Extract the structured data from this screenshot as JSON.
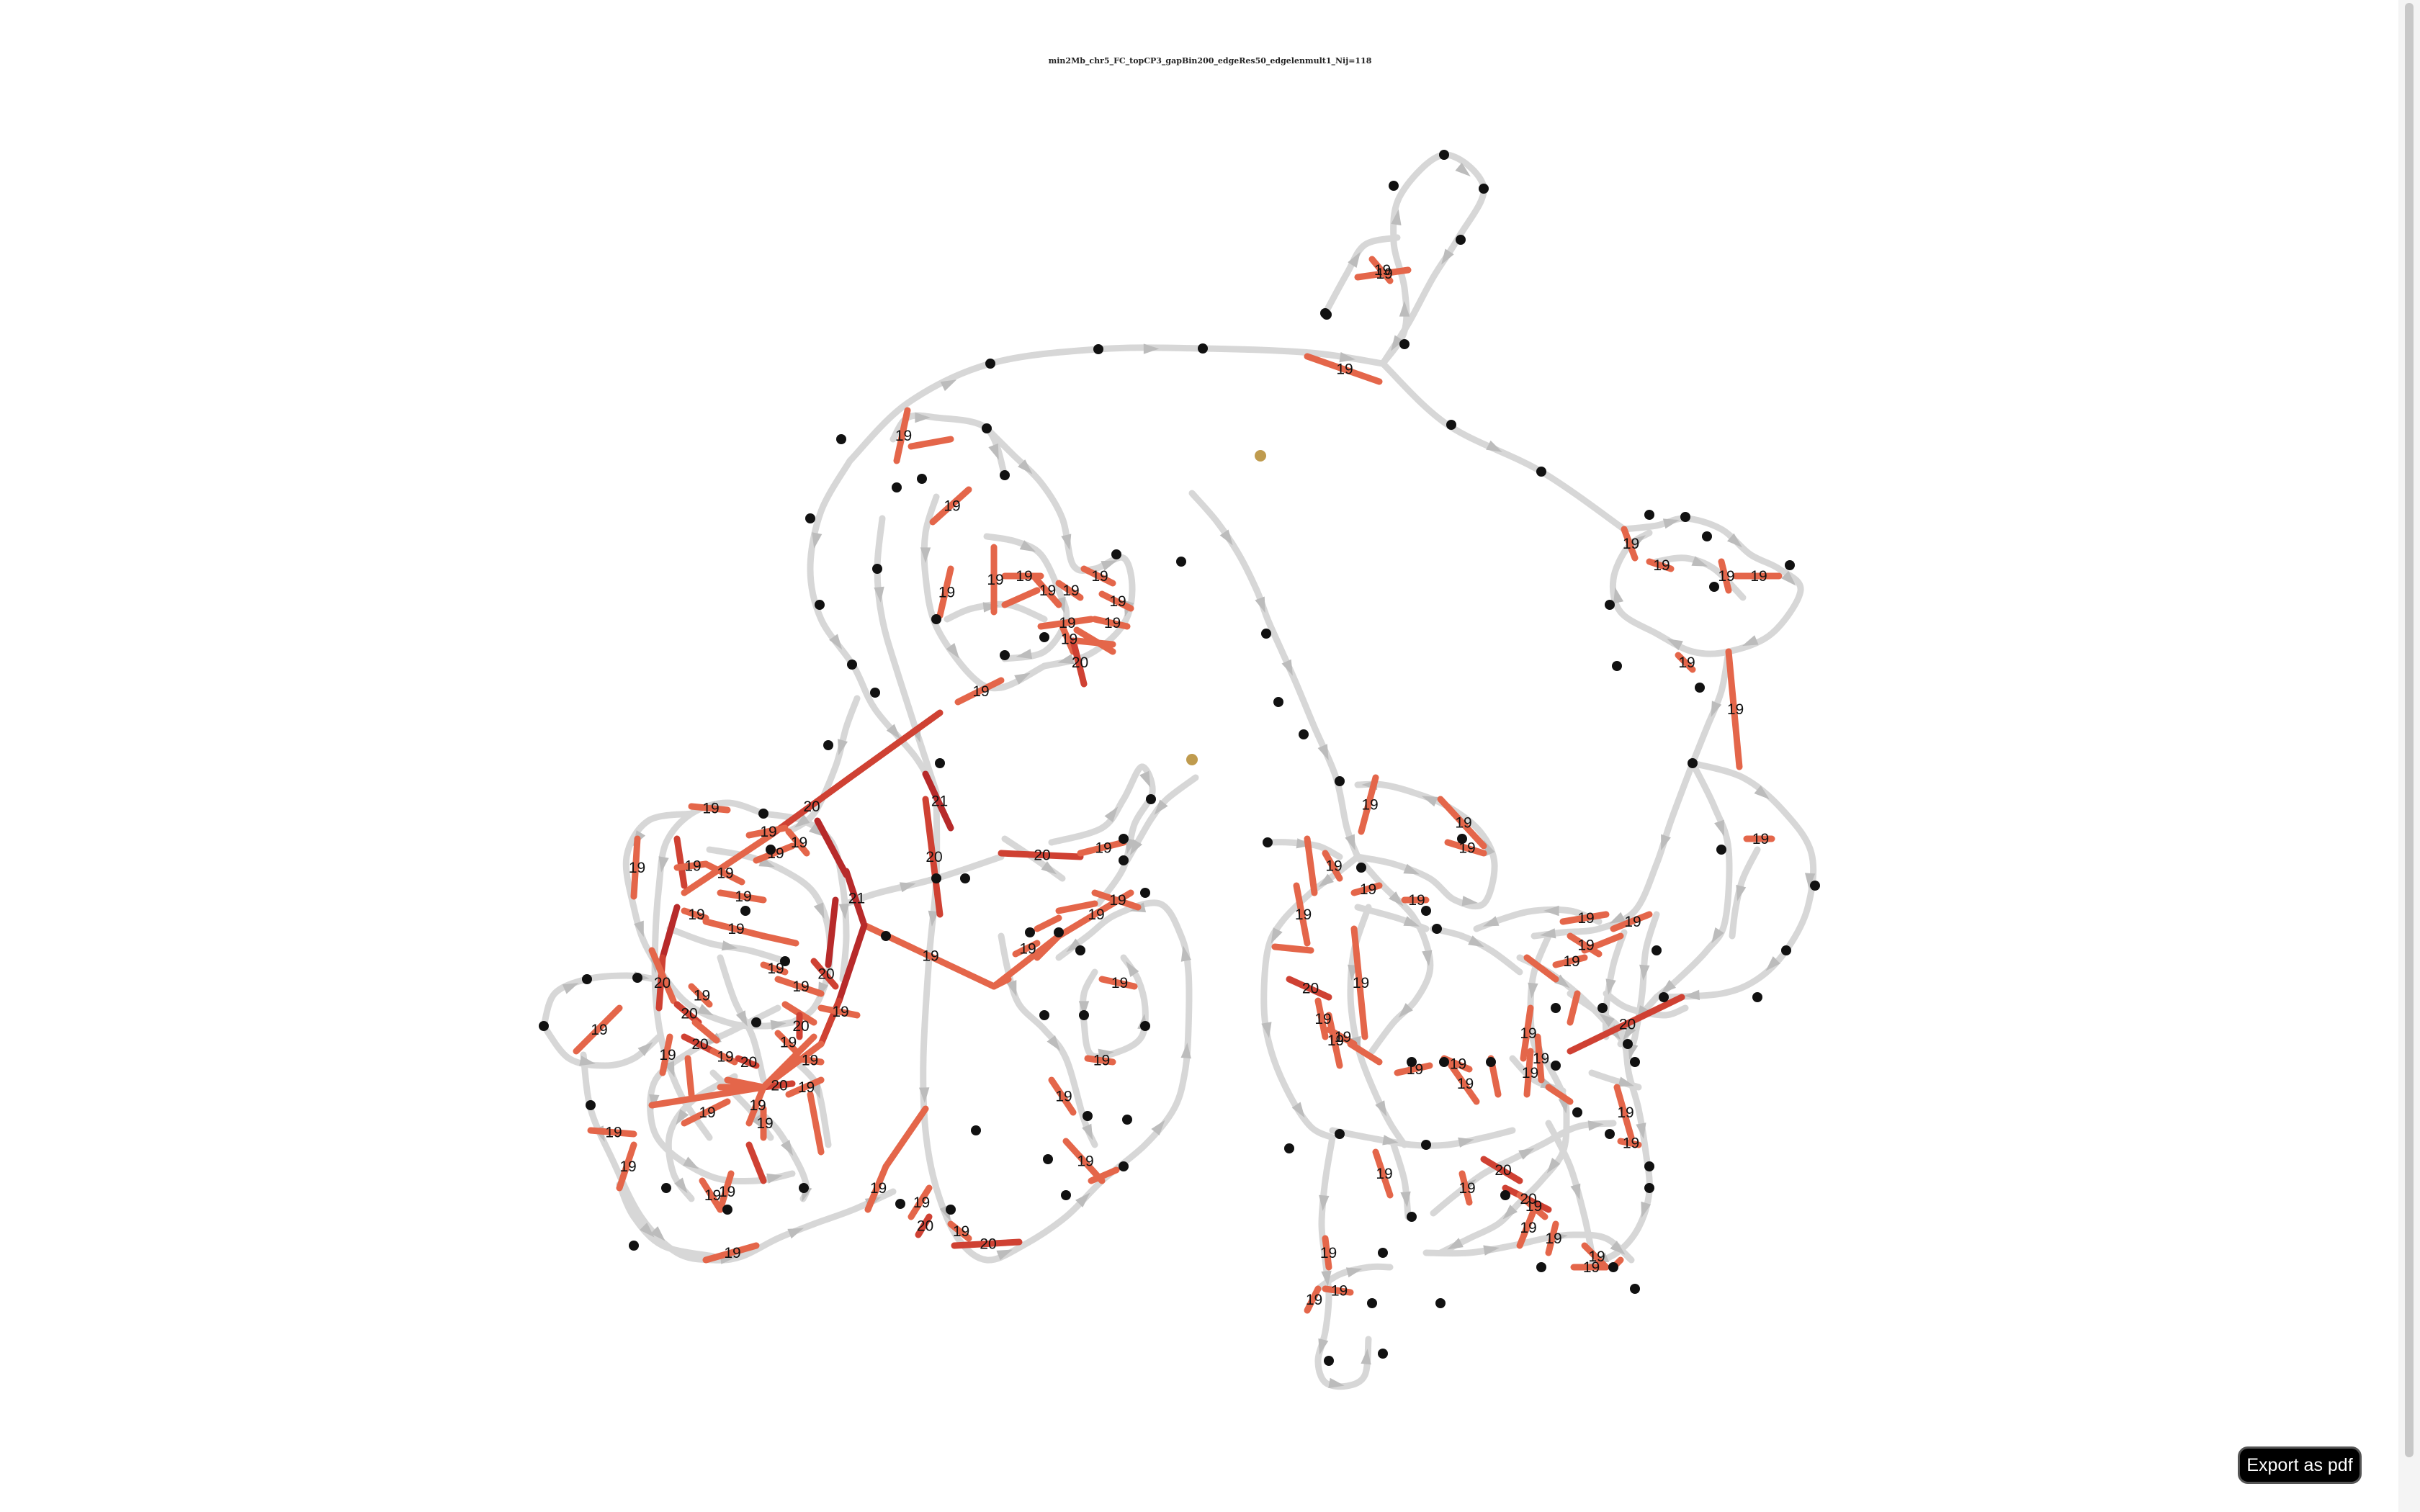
{
  "graph": {
    "title": "min2Mb_chr5_FC_topCP3_gapBin200_edgeRes50_edgelenmult1_Nij=118",
    "edge_colors": {
      "base": "#d7d7d7",
      "weight_19": "#e4664a",
      "weight_20": "#cf4133",
      "weight_21": "#b72a2a"
    },
    "node_colors": {
      "default": "#111111",
      "endpoint": "#bf9b4e"
    },
    "weighted_edge_values": [
      "19",
      "20",
      "21"
    ]
  },
  "toolbar": {
    "export_label": "Export as pdf"
  }
}
